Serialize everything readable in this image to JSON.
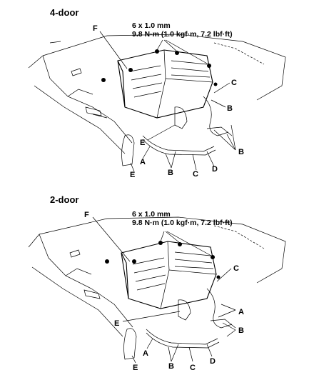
{
  "panels": [
    {
      "title": "4-door",
      "spec_size": "6 x 1.0 mm",
      "spec_torque": "9.8 N·m (1.0 kgf·m, 7.2 lbf·ft)",
      "callouts": {
        "A": "A",
        "B": "B",
        "C": "C",
        "D": "D",
        "E": "E",
        "F": "F"
      }
    },
    {
      "title": "2-door",
      "spec_size": "6 x 1.0 mm",
      "spec_torque": "9.8 N·m (1.0 kgf·m, 7.2 lbf·ft)",
      "callouts": {
        "A": "A",
        "B": "B",
        "C": "C",
        "D": "D",
        "E": "E",
        "F": "F"
      }
    }
  ]
}
